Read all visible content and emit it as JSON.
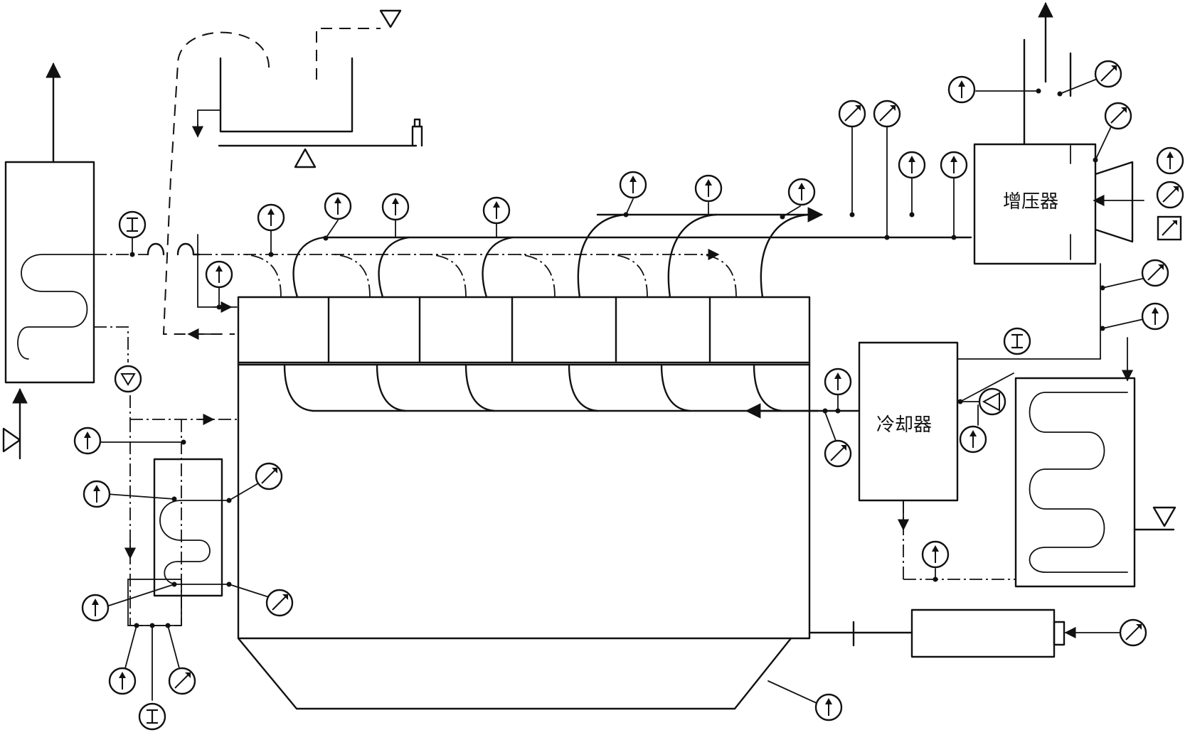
{
  "labels": {
    "turbocharger": "增压器",
    "cooler": "冷却器"
  },
  "instrument_types": [
    "thermometer",
    "pressure-gauge",
    "flow-meter",
    "level-indicator",
    "recorder"
  ]
}
